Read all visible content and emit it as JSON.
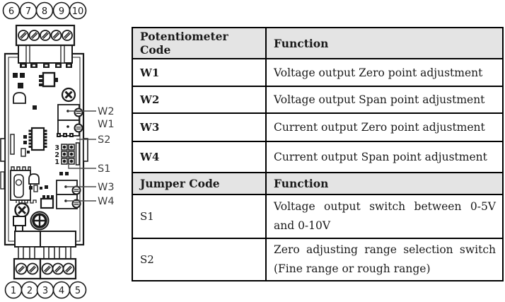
{
  "diagram": {
    "top_terminal_numbers": [
      "6",
      "7",
      "8",
      "9",
      "10"
    ],
    "bottom_terminal_numbers": [
      "1",
      "2",
      "3",
      "4",
      "5"
    ],
    "component_labels": {
      "w2": "W2",
      "w1": "W1",
      "s2": "S2",
      "s1": "S1",
      "w3": "W3",
      "w4": "W4"
    },
    "jumper_pin_numbers": [
      "3",
      "2",
      "1"
    ]
  },
  "table": {
    "sections": [
      {
        "header": {
          "code": "Potentiometer Code",
          "function": "Function"
        },
        "rows": [
          {
            "code": "W1",
            "function": "Voltage output Zero point adjustment"
          },
          {
            "code": "W2",
            "function": "Voltage output Span point adjustment"
          },
          {
            "code": "W3",
            "function": "Current output Zero point adjustment"
          },
          {
            "code": "W4",
            "function": "Current output Span point adjustment"
          }
        ]
      },
      {
        "header": {
          "code": "Jumper Code",
          "function": "Function"
        },
        "rows": [
          {
            "code": "S1",
            "function": "Voltage output switch between 0-5V and 0-10V"
          },
          {
            "code": "S2",
            "function": "Zero adjusting range selection switch (Fine range or rough range)"
          }
        ]
      }
    ]
  },
  "colors": {
    "header_bg": "#e4e4e4",
    "table_border": "#000000",
    "text": "#1a1a1a",
    "label_text": "#3d3d3d"
  }
}
